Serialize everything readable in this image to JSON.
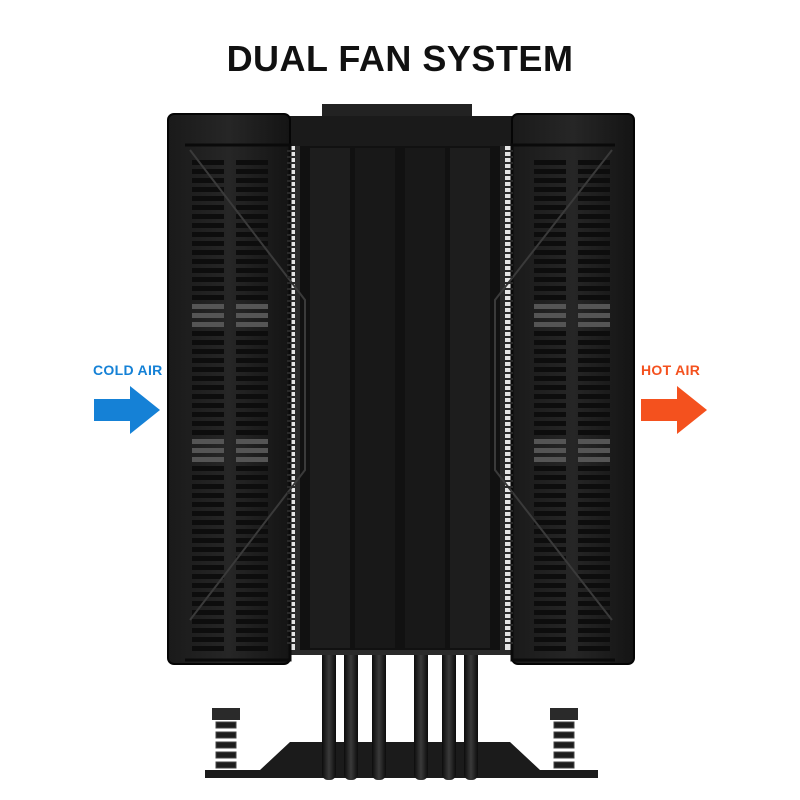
{
  "title": "DUAL FAN SYSTEM",
  "cold_air": {
    "label": "COLD AIR",
    "color": "#1581d6"
  },
  "hot_air": {
    "label": "HOT AIR",
    "color": "#f4511e"
  },
  "icons": [
    "cold-air-arrow-icon",
    "hot-air-arrow-icon",
    "cpu-cooler-icon"
  ]
}
